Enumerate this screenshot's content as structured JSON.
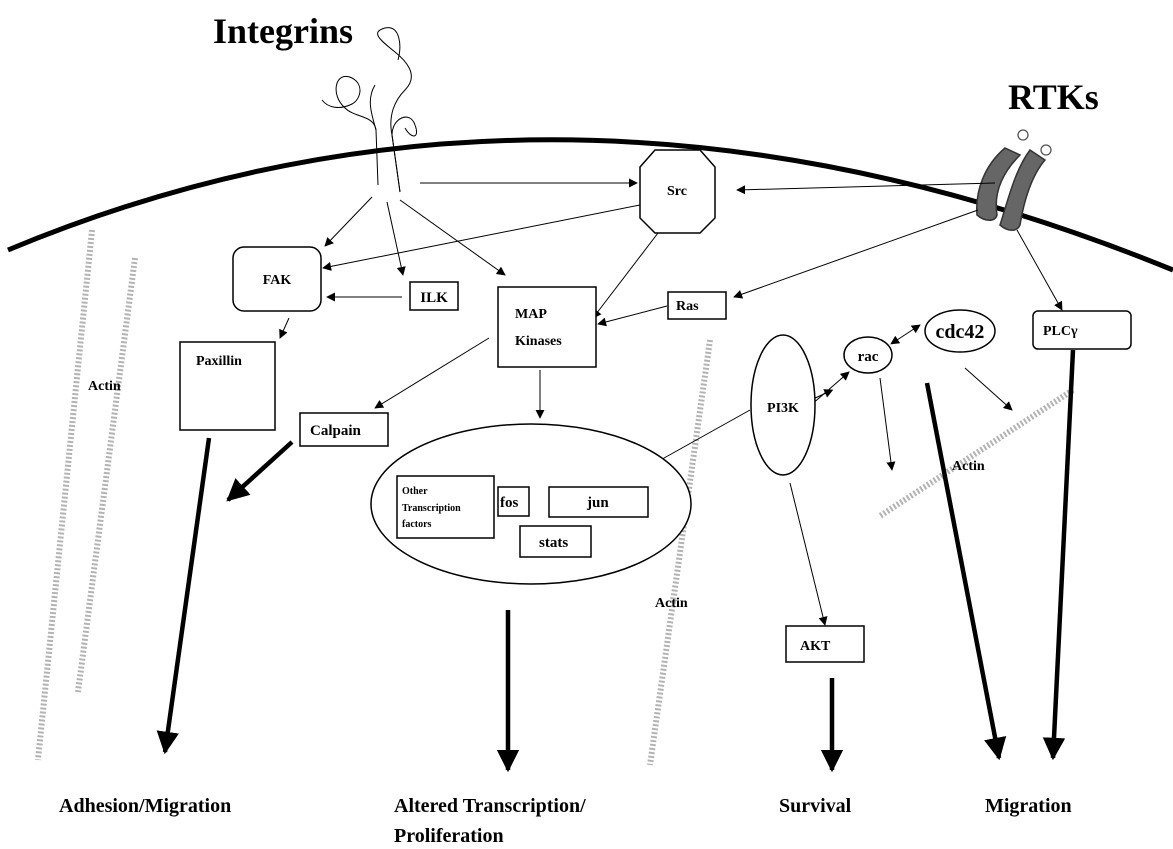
{
  "receptors": {
    "integrins": "Integrins",
    "rtks": "RTKs"
  },
  "nodes": {
    "src": "Src",
    "fak": "FAK",
    "ilk": "ILK",
    "map_kinases_line1": "MAP",
    "map_kinases_line2": "Kinases",
    "ras": "Ras",
    "paxillin": "Paxillin",
    "calpain": "Calpain",
    "pi3k": "PI3K",
    "rac": "rac",
    "cdc42": "cdc42",
    "plc_gamma": "PLCγ",
    "akt": "AKT"
  },
  "nucleus": {
    "other_tf_line1": "Other",
    "other_tf_line2": "Transcription",
    "other_tf_line3": "factors",
    "fos": "fos",
    "jun": "jun",
    "stats": "stats"
  },
  "actin_labels": [
    "Actin",
    "Actin",
    "Actin"
  ],
  "outcomes": {
    "adhesion_migration": "Adhesion/Migration",
    "altered_transcription_line1": "Altered Transcription/",
    "altered_transcription_line2": "Proliferation",
    "survival": "Survival",
    "migration": "Migration"
  },
  "colors": {
    "receptor_fill": "#666666",
    "actin": "#b3b3b3",
    "line": "#000000"
  }
}
